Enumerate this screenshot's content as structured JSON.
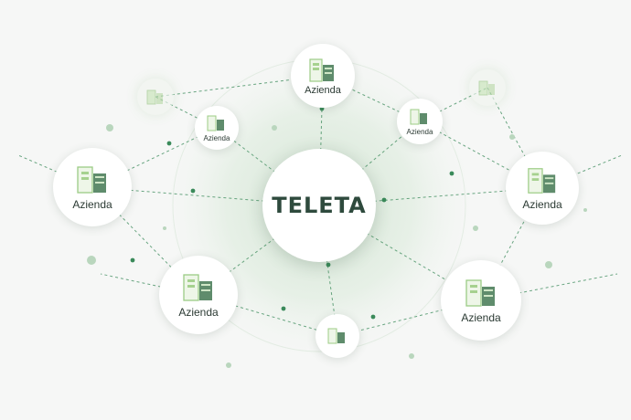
{
  "hub": {
    "label": "TELETA"
  },
  "nodes": [
    {
      "id": "top",
      "label": "Azienda"
    },
    {
      "id": "upper-left",
      "label": "Azienda"
    },
    {
      "id": "upper-right",
      "label": "Azienda"
    },
    {
      "id": "left",
      "label": "Azienda"
    },
    {
      "id": "right",
      "label": "Azienda"
    },
    {
      "id": "lower-left",
      "label": "Azienda"
    },
    {
      "id": "lower-right",
      "label": "Azienda"
    }
  ],
  "colors": {
    "accent": "#2f8f5a",
    "dark_green": "#4a7a5a",
    "light_green": "#9fce8a",
    "background": "#f6f7f6"
  },
  "icon": "server-building-icon"
}
